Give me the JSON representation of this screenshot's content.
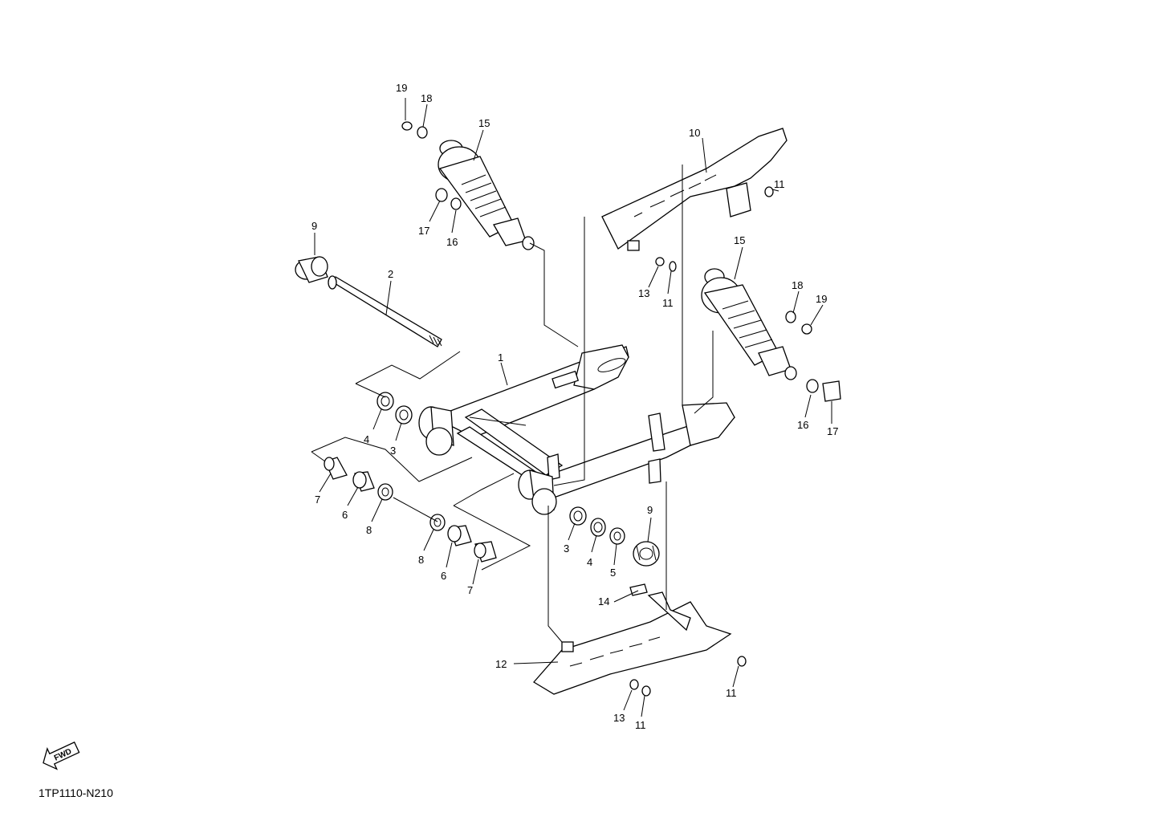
{
  "diagram_code": "1TP1110-N210",
  "fwd_badge": "FWD",
  "callouts": [
    {
      "id": "c1",
      "text": "1"
    },
    {
      "id": "c2",
      "text": "2"
    },
    {
      "id": "c3a",
      "text": "3"
    },
    {
      "id": "c3b",
      "text": "3"
    },
    {
      "id": "c4a",
      "text": "4"
    },
    {
      "id": "c4b",
      "text": "4"
    },
    {
      "id": "c5",
      "text": "5"
    },
    {
      "id": "c6a",
      "text": "6"
    },
    {
      "id": "c6b",
      "text": "6"
    },
    {
      "id": "c7a",
      "text": "7"
    },
    {
      "id": "c7b",
      "text": "7"
    },
    {
      "id": "c8a",
      "text": "8"
    },
    {
      "id": "c8b",
      "text": "8"
    },
    {
      "id": "c9a",
      "text": "9"
    },
    {
      "id": "c9b",
      "text": "9"
    },
    {
      "id": "c10",
      "text": "10"
    },
    {
      "id": "c11a",
      "text": "11"
    },
    {
      "id": "c11b",
      "text": "11"
    },
    {
      "id": "c11c",
      "text": "11"
    },
    {
      "id": "c11d",
      "text": "11"
    },
    {
      "id": "c12",
      "text": "12"
    },
    {
      "id": "c13a",
      "text": "13"
    },
    {
      "id": "c13b",
      "text": "13"
    },
    {
      "id": "c14",
      "text": "14"
    },
    {
      "id": "c15a",
      "text": "15"
    },
    {
      "id": "c15b",
      "text": "15"
    },
    {
      "id": "c16a",
      "text": "16"
    },
    {
      "id": "c16b",
      "text": "16"
    },
    {
      "id": "c17a",
      "text": "17"
    },
    {
      "id": "c17b",
      "text": "17"
    },
    {
      "id": "c18a",
      "text": "18"
    },
    {
      "id": "c18b",
      "text": "18"
    },
    {
      "id": "c19a",
      "text": "19"
    },
    {
      "id": "c19b",
      "text": "19"
    }
  ]
}
